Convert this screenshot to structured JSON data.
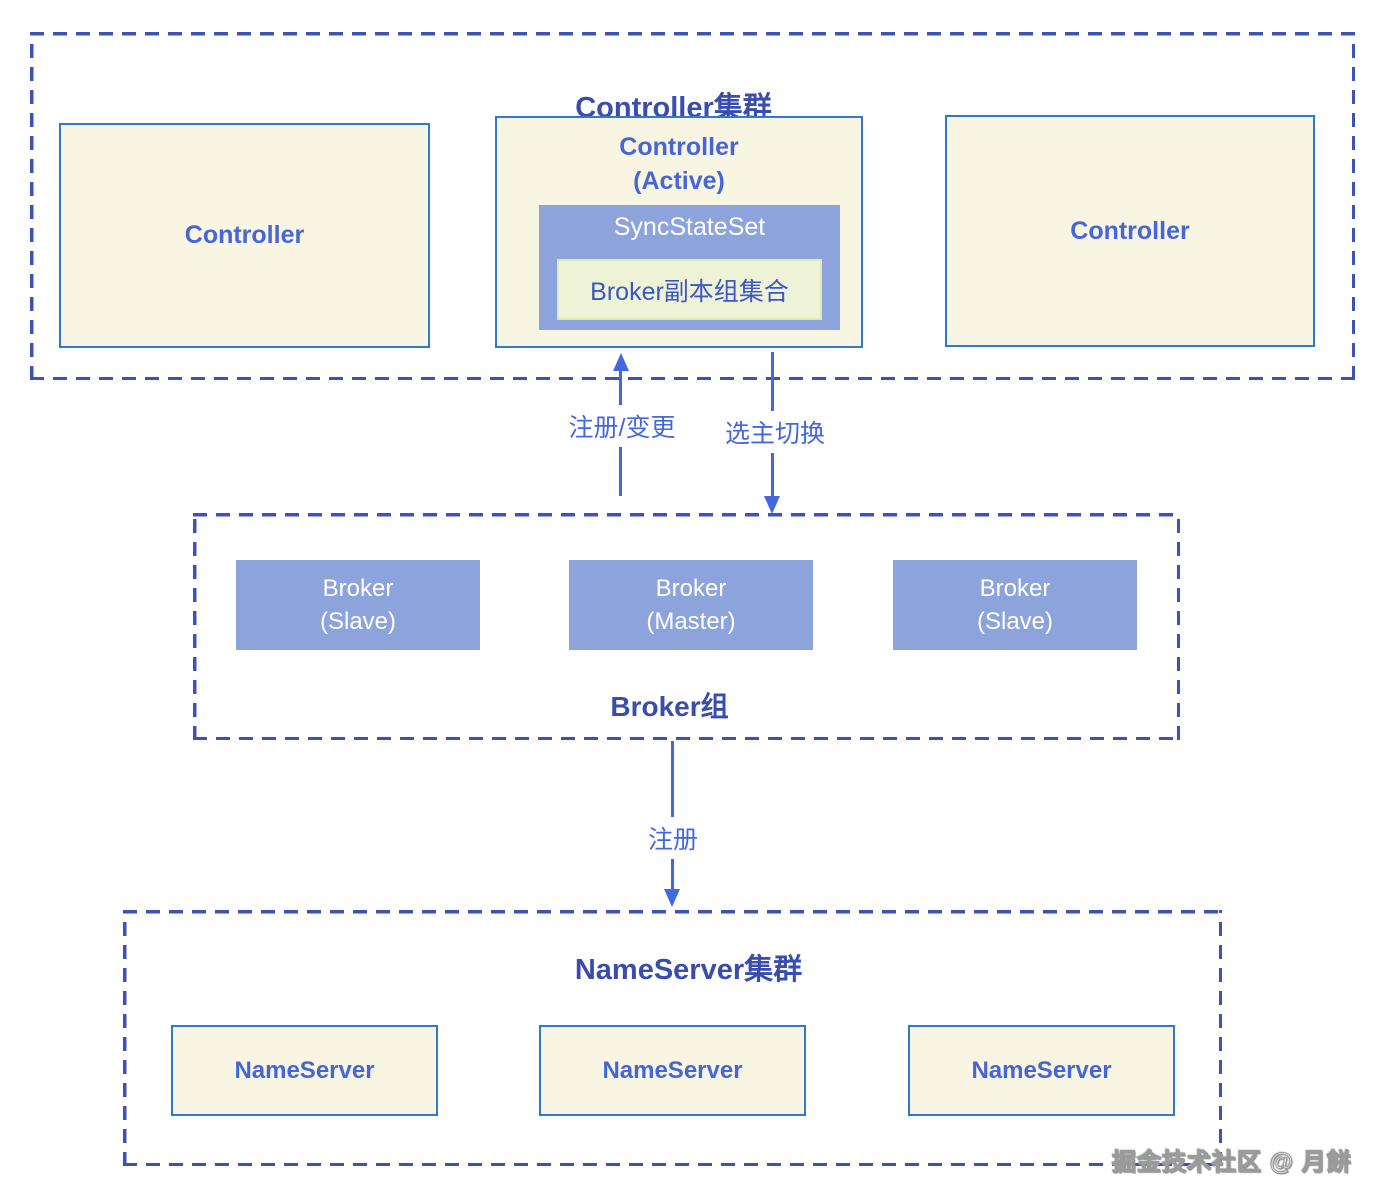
{
  "colors": {
    "dashed_border": "#3d52b8",
    "solid_border": "#2e79cf",
    "cream_fill": "#f8f6e3",
    "periwinkle_fill": "#8ca3dc",
    "replica_fill": "#edf3d4",
    "replica_border": "#dfe9bb",
    "title_text": "#3a4dad",
    "node_text": "#4565d9",
    "arrow": "#4467e0"
  },
  "controller_cluster": {
    "title": "Controller集群",
    "left_box": {
      "label": "Controller"
    },
    "active_box": {
      "title_line1": "Controller",
      "title_line2": "(Active)",
      "sync_state_set": {
        "label": "SyncStateSet",
        "inner_label": "Broker副本组集合"
      }
    },
    "right_box": {
      "label": "Controller"
    }
  },
  "arrows": {
    "register_change": {
      "label": "注册/变更",
      "direction": "up"
    },
    "leader_switch": {
      "label": "选主切换",
      "direction": "down"
    },
    "register": {
      "label": "注册",
      "direction": "down"
    }
  },
  "broker_group": {
    "title": "Broker组",
    "boxes": [
      {
        "line1": "Broker",
        "line2": "(Slave)"
      },
      {
        "line1": "Broker",
        "line2": "(Master)"
      },
      {
        "line1": "Broker",
        "line2": "(Slave)"
      }
    ]
  },
  "nameserver_cluster": {
    "title": "NameServer集群",
    "boxes": [
      {
        "label": "NameServer"
      },
      {
        "label": "NameServer"
      },
      {
        "label": "NameServer"
      }
    ]
  },
  "watermark": "掘金技术社区 @ 月餅"
}
